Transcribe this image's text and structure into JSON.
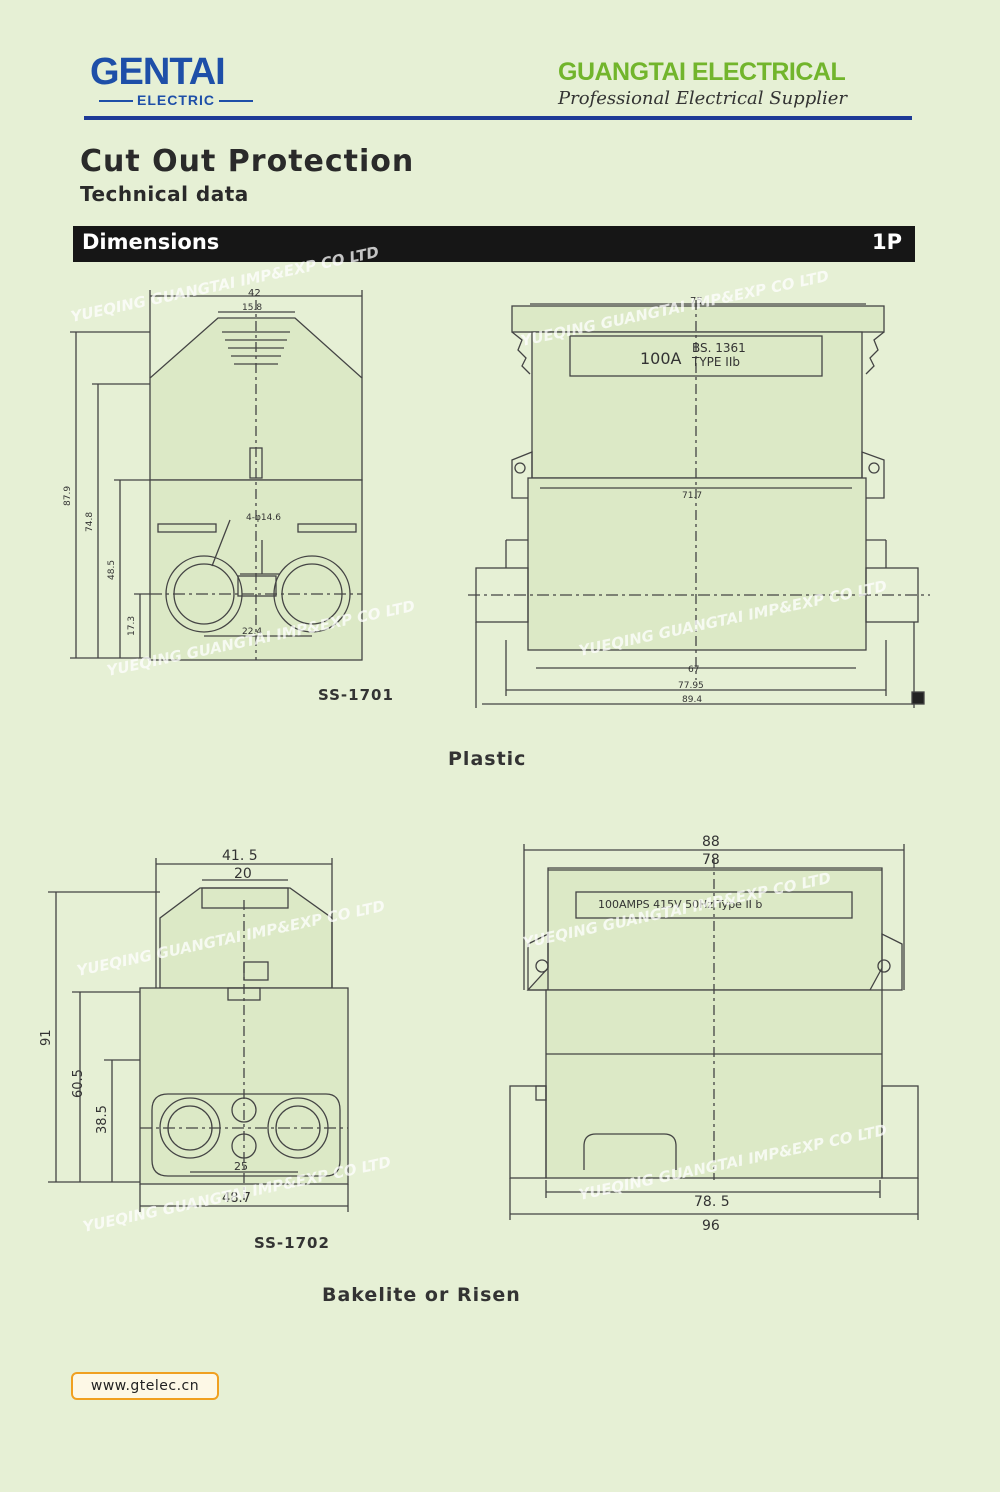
{
  "header": {
    "logo_text": "GENTAI",
    "logo_sub": "ELECTRIC",
    "company": "GUANGTAI ELECTRICAL",
    "tagline": "Professional Electrical Supplier"
  },
  "title": "Cut Out Protection",
  "subtitle": "Technical data",
  "section": {
    "label": "Dimensions",
    "poles": "1P"
  },
  "plastic": {
    "caption": "Plastic",
    "model": "SS-1701",
    "side_dims": {
      "top_width": "42",
      "top_inner": "15.8",
      "h1": "87.9",
      "h2": "74.8",
      "h3": "48.5",
      "h4": "17.3",
      "hole": "4-φ14.6",
      "hole_spacing": "22.4"
    },
    "front_dims": {
      "top": "75",
      "mid": "71.7",
      "inner": "67",
      "outer": "77.95",
      "total": "89.4"
    },
    "plate": {
      "rating": "100A",
      "standard": "BS. 1361",
      "type": "TYPE  IIb"
    }
  },
  "bakelite": {
    "caption": "Bakelite or Risen",
    "model": "SS-1702",
    "side_dims": {
      "top_width": "41. 5",
      "top_inner": "20",
      "h1": "91",
      "h2": "60.5",
      "h3": "38.5",
      "hole_spacing": "25",
      "bottom": "48.7"
    },
    "front_dims": {
      "top": "88",
      "inner_top": "78",
      "inner_bottom": "78. 5",
      "bottom": "96"
    },
    "plate": {
      "text": "100AMPS   415V 50Hz   Type  II  b"
    }
  },
  "watermark": "YUEQING GUANGTAI IMP&EXP CO LTD",
  "website": "www.gtelec.cn",
  "colors": {
    "background": "#e6f0d5",
    "brand_blue": "#1e4fa8",
    "brand_green": "#72b52c",
    "rule": "#1e3a96",
    "bar": "#161616",
    "website_border": "#f0a020"
  }
}
